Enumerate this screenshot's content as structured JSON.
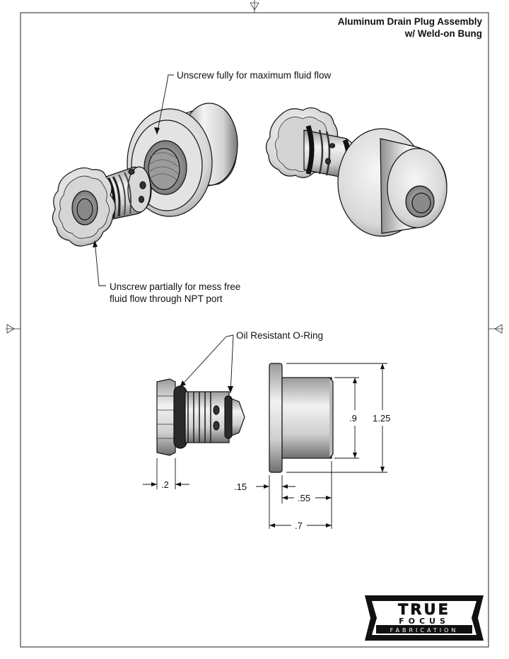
{
  "title": {
    "line1": "Aluminum Drain Plug Assembly",
    "line2": "w/ Weld-on Bung"
  },
  "callouts": {
    "unscrew_fully": "Unscrew fully for maximum fluid flow",
    "unscrew_partially_line1": "Unscrew partially for mess free",
    "unscrew_partially_line2": "fluid flow through NPT port",
    "oring": "Oil Resistant O-Ring"
  },
  "dimensions": {
    "knob_width": ".2",
    "flange_thickness": ".15",
    "bung_length": ".55",
    "overall_length": ".7",
    "bung_diameter": ".9",
    "flange_diameter": "1.25"
  },
  "logo": {
    "line1": "TRUE",
    "line2": "FOCUS",
    "line3": "FABRICATION"
  },
  "colors": {
    "metal_light": "#e6e6e6",
    "metal_dark": "#7a7a7a",
    "oring": "#1a1a1a",
    "line": "#111111"
  }
}
